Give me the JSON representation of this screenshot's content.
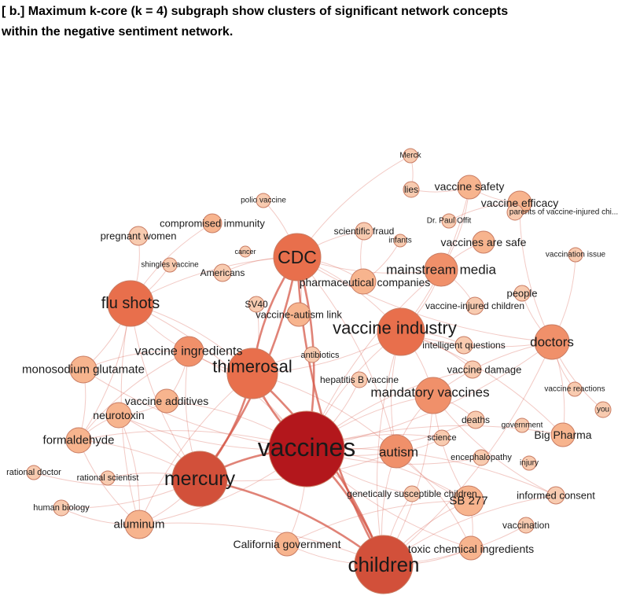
{
  "caption": {
    "line1": "[  b.] Maximum k-core (k = 4) subgraph show clusters of significant network concepts",
    "line2": "within the negative sentiment network."
  },
  "colors": {
    "small": "#f8cbb0",
    "light": "#f7b48e",
    "mid": "#f0906a",
    "orange": "#e86f4c",
    "strong": "#d2503a",
    "deep": "#b3171c",
    "edge": "#d65a4a",
    "stroke": "#c97c63"
  },
  "nodes": [
    {
      "id": "vaccines",
      "label": "vaccines",
      "tier": "deep"
    },
    {
      "id": "children",
      "label": "children",
      "tier": "strong"
    },
    {
      "id": "mercury",
      "label": "mercury",
      "tier": "strong"
    },
    {
      "id": "thimerosal",
      "label": "thimerosal",
      "tier": "orange"
    },
    {
      "id": "cdc",
      "label": "CDC",
      "tier": "orange"
    },
    {
      "id": "vaccine_industry",
      "label": "vaccine industry",
      "tier": "orange"
    },
    {
      "id": "flu_shots",
      "label": "flu shots",
      "tier": "orange"
    },
    {
      "id": "autism",
      "label": "autism",
      "tier": "mid"
    },
    {
      "id": "mandatory_vaccines",
      "label": "mandatory vaccines",
      "tier": "mid"
    },
    {
      "id": "doctors",
      "label": "doctors",
      "tier": "mid"
    },
    {
      "id": "mainstream_media",
      "label": "mainstream media",
      "tier": "mid"
    },
    {
      "id": "vaccine_ingredients",
      "label": "vaccine ingredients",
      "tier": "mid"
    },
    {
      "id": "monosodium_glutamate",
      "label": "monosodium glutamate",
      "tier": "light"
    },
    {
      "id": "formaldehyde",
      "label": "formaldehyde",
      "tier": "light"
    },
    {
      "id": "aluminum",
      "label": "aluminum",
      "tier": "light"
    },
    {
      "id": "neurotoxin",
      "label": "neurotoxin",
      "tier": "light"
    },
    {
      "id": "vaccine_additives",
      "label": "vaccine additives",
      "tier": "light"
    },
    {
      "id": "sb277",
      "label": "SB 277",
      "tier": "light"
    },
    {
      "id": "pharmaceutical_companies",
      "label": "pharmaceutical companies",
      "tier": "light"
    },
    {
      "id": "vaccine_safety",
      "label": "vaccine safety",
      "tier": "light"
    },
    {
      "id": "vaccine_efficacy",
      "label": "vaccine efficacy",
      "tier": "light"
    },
    {
      "id": "vaccines_are_safe",
      "label": "vaccines are safe",
      "tier": "light"
    },
    {
      "id": "big_pharma",
      "label": "Big Pharma",
      "tier": "light"
    },
    {
      "id": "toxic_chemical_ingredients",
      "label": "toxic chemical ingredients",
      "tier": "light"
    },
    {
      "id": "california_government",
      "label": "California government",
      "tier": "light"
    },
    {
      "id": "vaccine_autism_link",
      "label": "vaccine-autism link",
      "tier": "light"
    },
    {
      "id": "pregnant_women",
      "label": "pregnant women",
      "tier": "small"
    },
    {
      "id": "compromised_immunity",
      "label": "compromised immunity",
      "tier": "light"
    },
    {
      "id": "polio_vaccine",
      "label": "polio vaccine",
      "tier": "small"
    },
    {
      "id": "shingles_vaccine",
      "label": "shingles vaccine",
      "tier": "small"
    },
    {
      "id": "cancer",
      "label": "cancer",
      "tier": "small"
    },
    {
      "id": "americans",
      "label": "Americans",
      "tier": "small"
    },
    {
      "id": "sv40",
      "label": "SV40",
      "tier": "small"
    },
    {
      "id": "scientific_fraud",
      "label": "scientific fraud",
      "tier": "small"
    },
    {
      "id": "infants",
      "label": "infants",
      "tier": "small"
    },
    {
      "id": "merck",
      "label": "Merck",
      "tier": "small"
    },
    {
      "id": "lies",
      "label": "lies",
      "tier": "small"
    },
    {
      "id": "dr_paul_offit",
      "label": "Dr. Paul Offit",
      "tier": "small"
    },
    {
      "id": "parents_vic",
      "label": "parents of vaccine-injured chi...",
      "tier": "small"
    },
    {
      "id": "vaccination_issue",
      "label": "vaccination issue",
      "tier": "small"
    },
    {
      "id": "people",
      "label": "people",
      "tier": "small"
    },
    {
      "id": "vaccine_injured_children",
      "label": "vaccine-injured children",
      "tier": "small"
    },
    {
      "id": "intelligent_questions",
      "label": "intelligent questions",
      "tier": "small"
    },
    {
      "id": "antibiotics",
      "label": "antibiotics",
      "tier": "small"
    },
    {
      "id": "hepatitis_b_vaccine",
      "label": "hepatitis B vaccine",
      "tier": "small"
    },
    {
      "id": "vaccine_damage",
      "label": "vaccine damage",
      "tier": "small"
    },
    {
      "id": "vaccine_reactions",
      "label": "vaccine reactions",
      "tier": "small"
    },
    {
      "id": "you",
      "label": "you",
      "tier": "small"
    },
    {
      "id": "deaths",
      "label": "deaths",
      "tier": "small"
    },
    {
      "id": "government",
      "label": "government",
      "tier": "small"
    },
    {
      "id": "science",
      "label": "science",
      "tier": "small"
    },
    {
      "id": "encephalopathy",
      "label": "encephalopathy",
      "tier": "small"
    },
    {
      "id": "injury",
      "label": "injury",
      "tier": "small"
    },
    {
      "id": "genetically_susceptible_children",
      "label": "genetically susceptible children",
      "tier": "small"
    },
    {
      "id": "informed_consent",
      "label": "informed consent",
      "tier": "small"
    },
    {
      "id": "vaccination",
      "label": "vaccination",
      "tier": "small"
    },
    {
      "id": "rational_doctor",
      "label": "rational doctor",
      "tier": "small"
    },
    {
      "id": "rational_scientist",
      "label": "rational scientist",
      "tier": "small"
    },
    {
      "id": "human_biology",
      "label": "human biology",
      "tier": "small"
    }
  ],
  "edges": [
    [
      "vaccines",
      "children"
    ],
    [
      "vaccines",
      "mercury"
    ],
    [
      "vaccines",
      "thimerosal"
    ],
    [
      "vaccines",
      "cdc"
    ],
    [
      "vaccines",
      "vaccine_industry"
    ],
    [
      "vaccines",
      "autism"
    ],
    [
      "vaccines",
      "mandatory_vaccines"
    ],
    [
      "vaccines",
      "flu_shots"
    ],
    [
      "vaccines",
      "aluminum"
    ],
    [
      "vaccines",
      "formaldehyde"
    ],
    [
      "vaccines",
      "sb277"
    ],
    [
      "vaccines",
      "doctors"
    ],
    [
      "vaccines",
      "mainstream_media"
    ],
    [
      "vaccines",
      "vaccine_ingredients"
    ],
    [
      "vaccines",
      "california_government"
    ],
    [
      "vaccines",
      "toxic_chemical_ingredients"
    ],
    [
      "vaccines",
      "big_pharma"
    ],
    [
      "vaccines",
      "deaths"
    ],
    [
      "vaccines",
      "science"
    ],
    [
      "vaccines",
      "genetically_susceptible_children"
    ],
    [
      "vaccines",
      "neurotoxin"
    ],
    [
      "vaccines",
      "vaccine_additives"
    ],
    [
      "vaccines",
      "monosodium_glutamate"
    ],
    [
      "vaccines",
      "hepatitis_b_vaccine"
    ],
    [
      "vaccines",
      "vaccine_damage"
    ],
    [
      "vaccines",
      "encephalopathy"
    ],
    [
      "vaccines",
      "informed_consent"
    ],
    [
      "children",
      "mercury"
    ],
    [
      "children",
      "autism"
    ],
    [
      "children",
      "mandatory_vaccines"
    ],
    [
      "children",
      "sb277"
    ],
    [
      "children",
      "toxic_chemical_ingredients"
    ],
    [
      "children",
      "california_government"
    ],
    [
      "children",
      "aluminum"
    ],
    [
      "children",
      "vaccine_industry"
    ],
    [
      "children",
      "thimerosal"
    ],
    [
      "children",
      "cdc"
    ],
    [
      "children",
      "doctors"
    ],
    [
      "children",
      "genetically_susceptible_children"
    ],
    [
      "children",
      "vaccination"
    ],
    [
      "children",
      "informed_consent"
    ],
    [
      "mercury",
      "thimerosal"
    ],
    [
      "mercury",
      "aluminum"
    ],
    [
      "mercury",
      "formaldehyde"
    ],
    [
      "mercury",
      "flu_shots"
    ],
    [
      "mercury",
      "neurotoxin"
    ],
    [
      "mercury",
      "vaccine_ingredients"
    ],
    [
      "mercury",
      "cdc"
    ],
    [
      "mercury",
      "rational_doctor"
    ],
    [
      "mercury",
      "rational_scientist"
    ],
    [
      "mercury",
      "human_biology"
    ],
    [
      "mercury",
      "autism"
    ],
    [
      "thimerosal",
      "cdc"
    ],
    [
      "thimerosal",
      "flu_shots"
    ],
    [
      "thimerosal",
      "autism"
    ],
    [
      "thimerosal",
      "vaccine_industry"
    ],
    [
      "thimerosal",
      "vaccine_ingredients"
    ],
    [
      "thimerosal",
      "sv40"
    ],
    [
      "thimerosal",
      "antibiotics"
    ],
    [
      "thimerosal",
      "aluminum"
    ],
    [
      "cdc",
      "vaccine_industry"
    ],
    [
      "cdc",
      "mainstream_media"
    ],
    [
      "cdc",
      "pharmaceutical_companies"
    ],
    [
      "cdc",
      "flu_shots"
    ],
    [
      "cdc",
      "scientific_fraud"
    ],
    [
      "cdc",
      "americans"
    ],
    [
      "cdc",
      "vaccine_autism_link"
    ],
    [
      "cdc",
      "polio_vaccine"
    ],
    [
      "cdc",
      "merck"
    ],
    [
      "cdc",
      "doctors"
    ],
    [
      "cdc",
      "autism"
    ],
    [
      "vaccine_industry",
      "mainstream_media"
    ],
    [
      "vaccine_industry",
      "mandatory_vaccines"
    ],
    [
      "vaccine_industry",
      "doctors"
    ],
    [
      "vaccine_industry",
      "intelligent_questions"
    ],
    [
      "vaccine_industry",
      "vaccine_safety"
    ],
    [
      "vaccine_industry",
      "big_pharma"
    ],
    [
      "vaccine_industry",
      "autism"
    ],
    [
      "vaccine_industry",
      "vaccine_damage"
    ],
    [
      "flu_shots",
      "pregnant_women"
    ],
    [
      "flu_shots",
      "compromised_immunity"
    ],
    [
      "flu_shots",
      "vaccine_ingredients"
    ],
    [
      "flu_shots",
      "monosodium_glutamate"
    ],
    [
      "flu_shots",
      "shingles_vaccine"
    ],
    [
      "flu_shots",
      "formaldehyde"
    ],
    [
      "flu_shots",
      "aluminum"
    ],
    [
      "autism",
      "mandatory_vaccines"
    ],
    [
      "autism",
      "sb277"
    ],
    [
      "autism",
      "toxic_chemical_ingredients"
    ],
    [
      "autism",
      "science"
    ],
    [
      "mandatory_vaccines",
      "doctors"
    ],
    [
      "mandatory_vaccines",
      "sb277"
    ],
    [
      "mandatory_vaccines",
      "deaths"
    ],
    [
      "mandatory_vaccines",
      "informed_consent"
    ],
    [
      "doctors",
      "people"
    ],
    [
      "doctors",
      "vaccine_reactions"
    ],
    [
      "doctors",
      "vaccine_efficacy"
    ],
    [
      "doctors",
      "you"
    ],
    [
      "doctors",
      "big_pharma"
    ],
    [
      "doctors",
      "vaccination_issue"
    ],
    [
      "mainstream_media",
      "vaccines_are_safe"
    ],
    [
      "mainstream_media",
      "vaccine_safety"
    ],
    [
      "mainstream_media",
      "vaccine_injured_children"
    ],
    [
      "vaccine_ingredients",
      "monosodium_glutamate"
    ],
    [
      "vaccine_ingredients",
      "vaccine_additives"
    ],
    [
      "vaccine_ingredients",
      "formaldehyde"
    ],
    [
      "aluminum",
      "formaldehyde"
    ],
    [
      "aluminum",
      "neurotoxin"
    ],
    [
      "aluminum",
      "human_biology"
    ],
    [
      "formaldehyde",
      "monosodium_glutamate"
    ],
    [
      "formaldehyde",
      "neurotoxin"
    ],
    [
      "neurotoxin",
      "vaccine_additives"
    ],
    [
      "sb277",
      "toxic_chemical_ingredients"
    ],
    [
      "sb277",
      "california_government"
    ],
    [
      "vaccine_safety",
      "lies"
    ],
    [
      "vaccine_safety",
      "vaccine_efficacy"
    ],
    [
      "merck",
      "lies"
    ],
    [
      "vaccine_efficacy",
      "dr_paul_offit"
    ],
    [
      "pharmaceutical_companies",
      "scientific_fraud"
    ],
    [
      "pharmaceutical_companies",
      "infants"
    ]
  ]
}
